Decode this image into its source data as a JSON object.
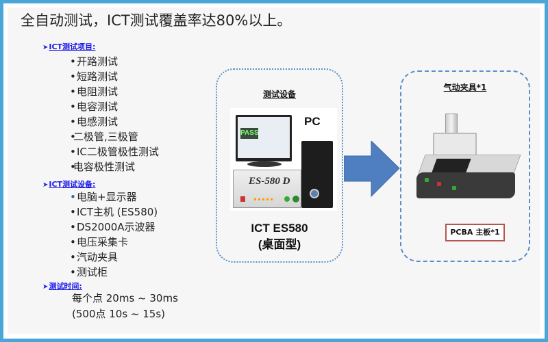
{
  "title": "全自动测试，ICT测试覆盖率达80%以上。",
  "sections": {
    "test_items": {
      "heading": "ICT测试项目:",
      "items": [
        "开路测试",
        "短路测试",
        "电阻测试",
        "电容测试",
        "电感测试",
        "二极管,三极管",
        "IC二极管极性测试",
        "电容极性测试"
      ]
    },
    "test_equipment": {
      "heading": "ICT测试设备:",
      "items": [
        "电脑+显示器",
        "ICT主机 (ES580)",
        "DS2000A示波器",
        "电压采集卡",
        "汽动夹具",
        "测试柜"
      ]
    },
    "test_time": {
      "heading": "测试时间:",
      "lines": [
        "每个点 20ms ~ 30ms",
        "(500点 10s ~ 15s)"
      ]
    }
  },
  "equipment_box": {
    "title": "测试设备",
    "pc_label": "PC",
    "screen_status": "PASS",
    "unit_name": "ES-580 D",
    "caption_line1": "ICT ES580",
    "caption_line2": "(桌面型)"
  },
  "fixture_box": {
    "title": "气动夹具*1",
    "pcba_label": "PCBA 主板*1"
  },
  "colors": {
    "frame_blue": "#4ba6d8",
    "heading_blue": "#1a1ae6",
    "arrow_blue": "#4f7fc0",
    "box_border": "#5b8ec9",
    "pcba_border": "#b85450"
  }
}
